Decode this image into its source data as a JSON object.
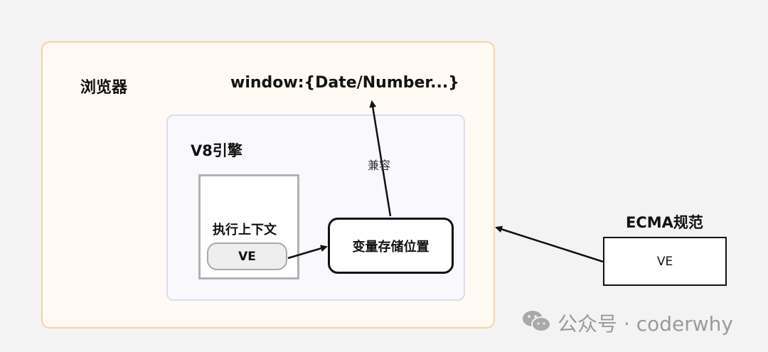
{
  "labels": {
    "browser": "浏览器",
    "window_obj": "window:{Date/Number...}",
    "v8_engine": "V8引擎",
    "compat": "兼容",
    "exec_context": "执行上下文",
    "ve_inner": "VE",
    "var_storage": "变量存储位置",
    "ecma_spec": "ECMA规范",
    "ve_outer": "VE"
  },
  "watermark": {
    "text": "公众号 · coderwhy",
    "icon": "wechat-icon"
  }
}
